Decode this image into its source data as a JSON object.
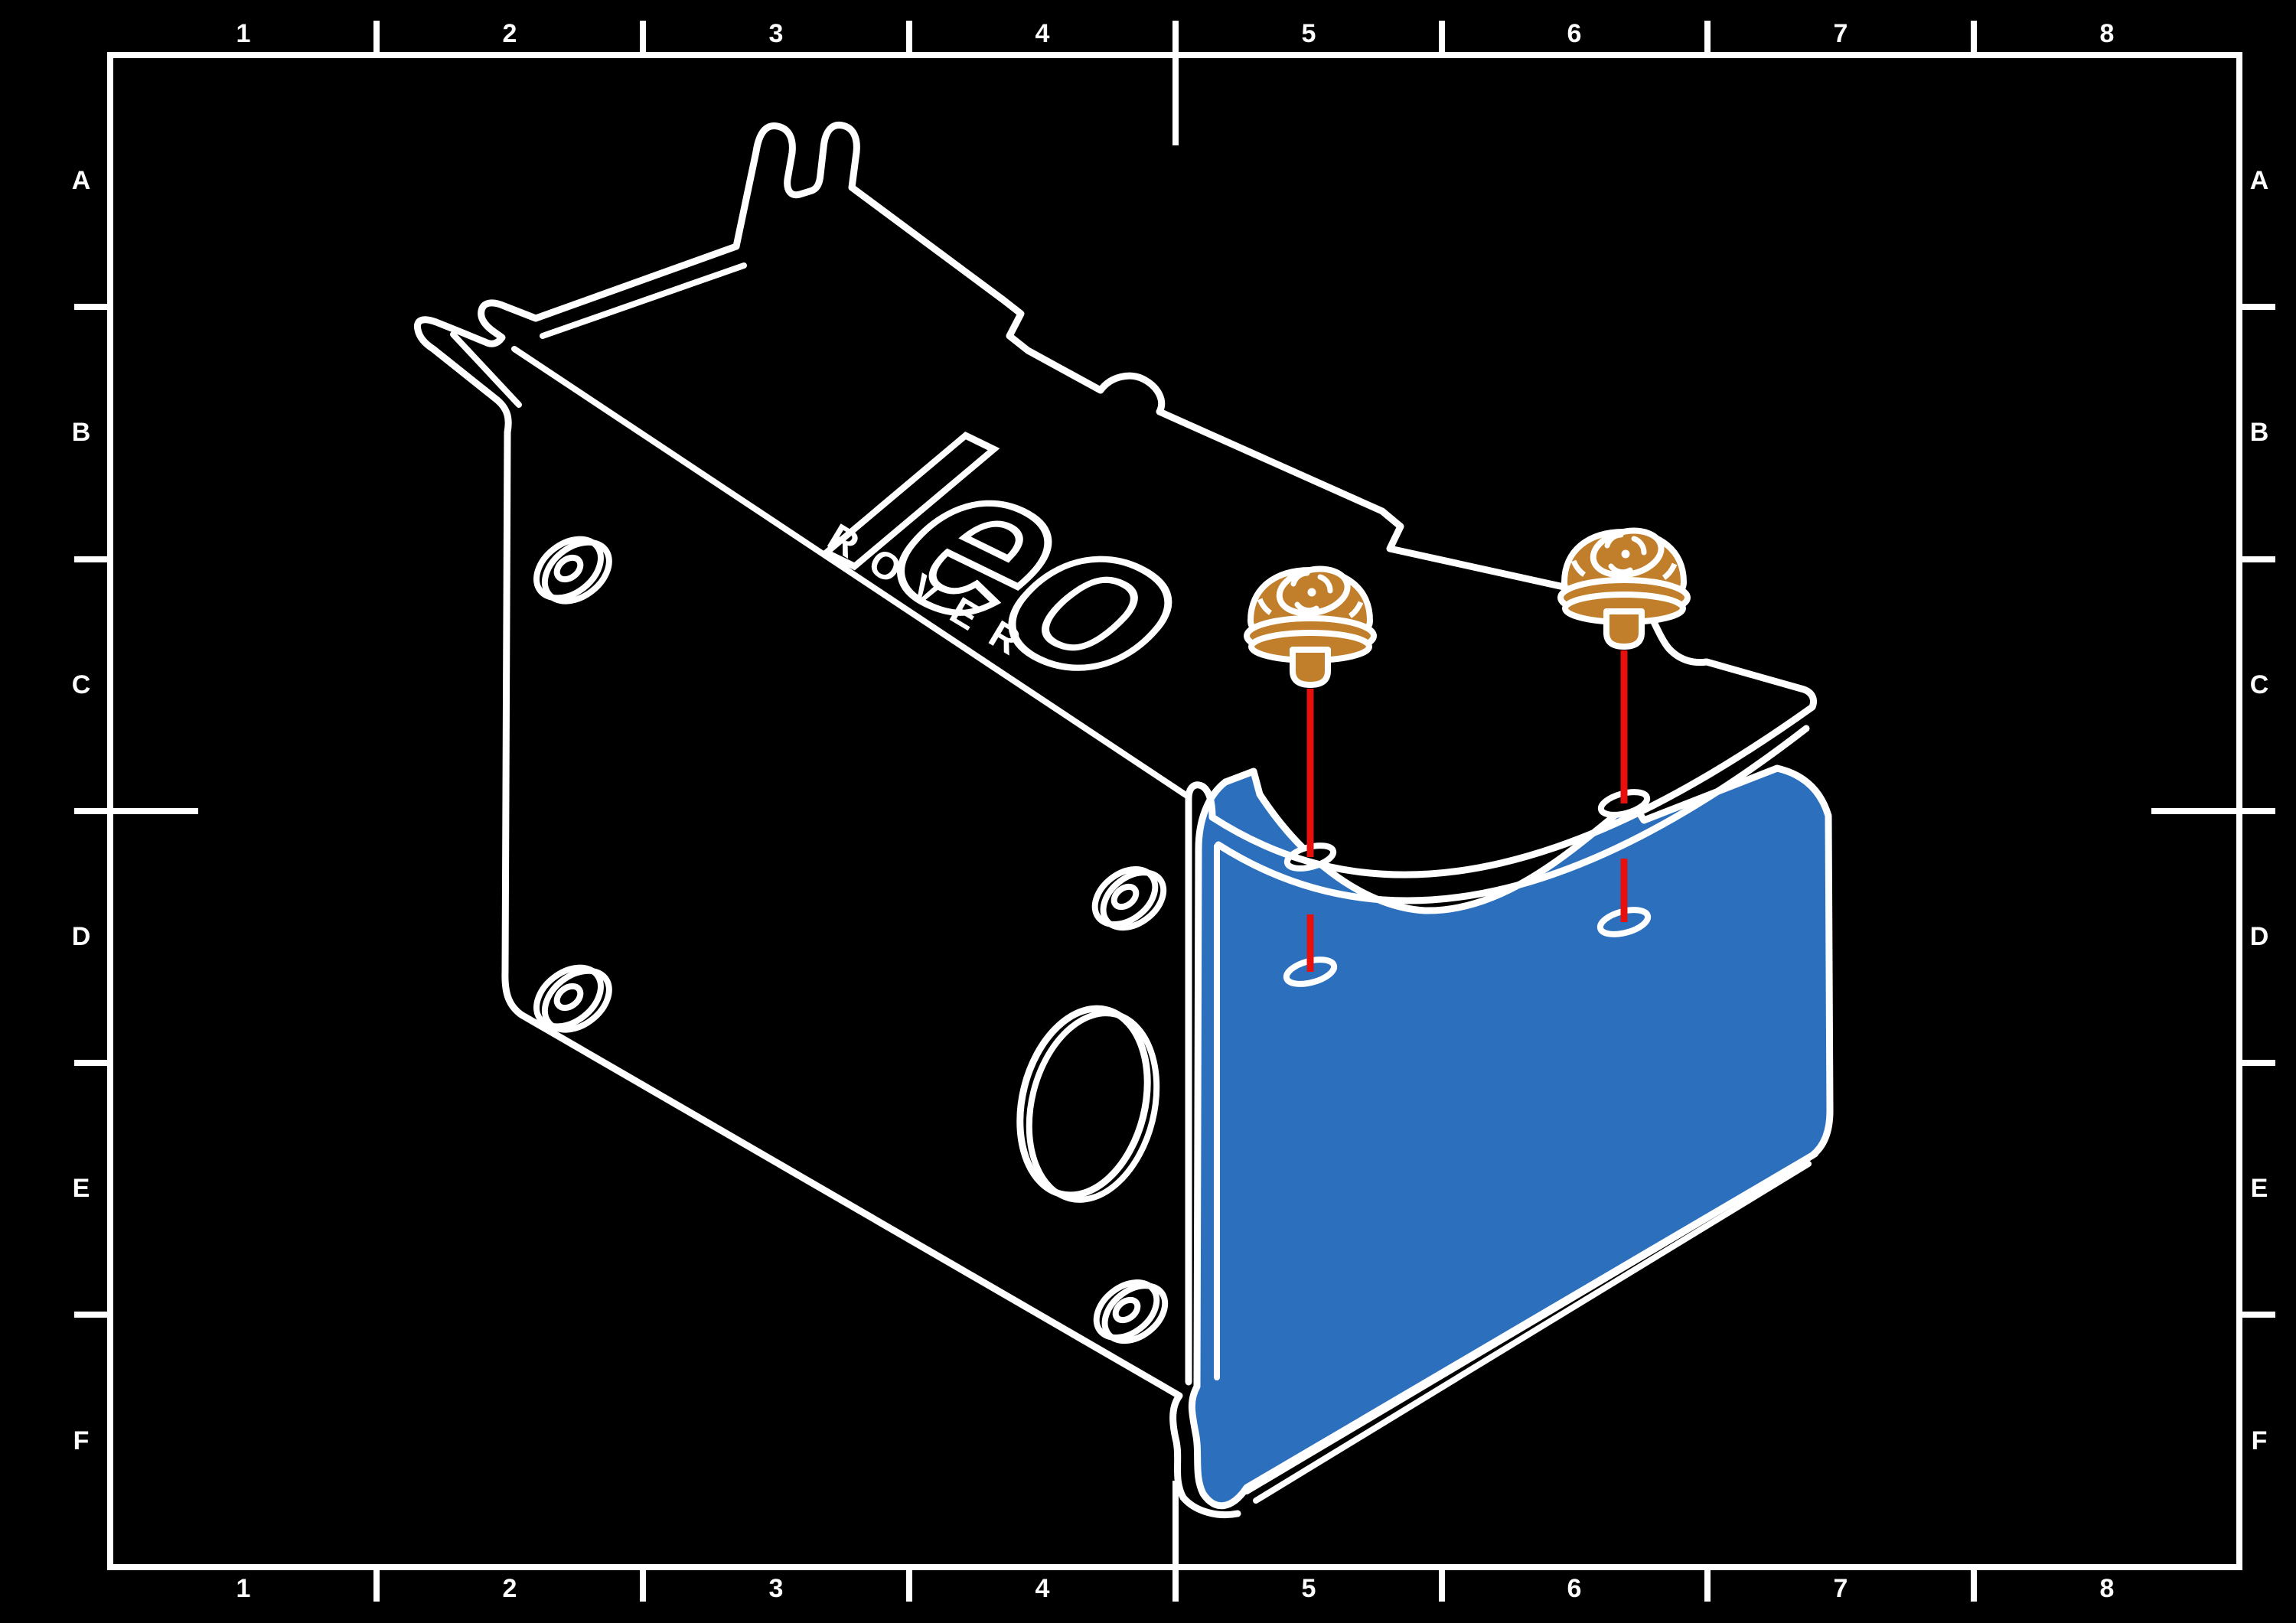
{
  "sheet": {
    "background": "#000000",
    "frame_color": "#ffffff",
    "grid": {
      "columns": [
        "1",
        "2",
        "3",
        "4",
        "5",
        "6",
        "7",
        "8"
      ],
      "rows": [
        "A",
        "B",
        "C",
        "D",
        "E",
        "F"
      ]
    }
  },
  "drawing": {
    "logo": {
      "script": "leo",
      "sub": "ROVER"
    },
    "parts": {
      "body": "rover-body-outline",
      "panel": "front-cover-panel",
      "screws": [
        "torx-screw-left",
        "torx-screw-right"
      ],
      "guides": [
        "screw-axis-left",
        "screw-axis-right"
      ]
    },
    "colors": {
      "outline": "#ffffff",
      "panel_blue": "#2C70BD",
      "screw_brass": "#C17E2B",
      "guide_red": "#E8100C"
    }
  }
}
